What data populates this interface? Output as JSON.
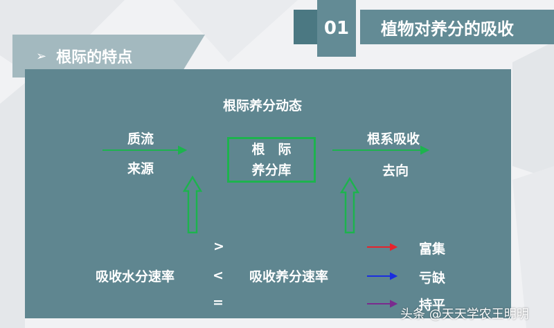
{
  "header": {
    "number": "01",
    "title": "植物对养分的吸收"
  },
  "section": {
    "title": "根际的特点"
  },
  "diagram": {
    "heading": "根际养分动态",
    "left_top": "质流",
    "left_bottom": "来源",
    "center_line1": "根　际",
    "center_line2": "养分库",
    "right_top": "根系吸收",
    "right_bottom": "去向"
  },
  "comparison": {
    "left_term": "吸收水分速率",
    "right_term": "吸收养分速率",
    "ops": [
      ">",
      "<",
      "="
    ],
    "results": [
      {
        "label": "富集",
        "color": "#e8222b"
      },
      {
        "label": "亏缺",
        "color": "#1a2de0"
      },
      {
        "label": "持平",
        "color": "#7a2a8e"
      }
    ]
  },
  "colors": {
    "accent": "#638b95",
    "panel": "#5f8690",
    "arrow_green": "#1db34e"
  },
  "watermark": "头条 @天天学农王明明"
}
